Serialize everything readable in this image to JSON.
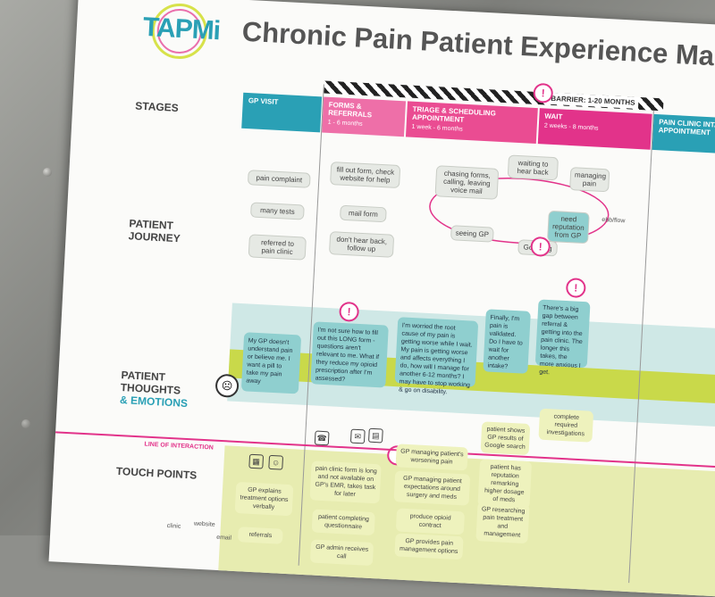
{
  "poster": {
    "logo": "TAPMi",
    "title": "Chronic Pain Patient Experience Map",
    "barrier_label": "BARRIER: 1-20 MONTHS",
    "alert_symbol": "!"
  },
  "rows": {
    "stages": "STAGES",
    "journey_line1": "PATIENT",
    "journey_line2": "JOURNEY",
    "thoughts_line1": "PATIENT",
    "thoughts_line2": "THOUGHTS",
    "thoughts_line3": "& EMOTIONS",
    "touch_points": "TOUCH POINTS",
    "line_of_interaction": "LINE OF INTERACTION"
  },
  "stages": [
    {
      "label": "GP VISIT",
      "sub": "",
      "color": "#2aa0b5"
    },
    {
      "label": "FORMS & REFERRALS",
      "sub": "1 - 6 months",
      "color": "#ee6fa8"
    },
    {
      "label": "TRIAGE & SCHEDULING APPOINTMENT",
      "sub": "1 week - 6 months",
      "color": "#ea4c92"
    },
    {
      "label": "WAIT",
      "sub": "2 weeks - 8 months",
      "color": "#e2338a"
    },
    {
      "label": "PAIN CLINIC INTAKE APPOINTMENT",
      "sub": "",
      "color": "#2aa0b5"
    }
  ],
  "journey": {
    "gp": [
      "pain complaint",
      "many tests",
      "referred to pain clinic"
    ],
    "forms": [
      "fill out form, check website for help",
      "mail form",
      "don't hear back, follow up"
    ],
    "loop": [
      "chasing forms, calling, leaving voice mail",
      "waiting to hear back",
      "managing pain",
      "seeing GP",
      "Googling",
      "need reputation from GP",
      "ebb/flow"
    ]
  },
  "thoughts": [
    "My GP doesn't understand pain or believe me. I want a pill to take my pain away",
    "I'm not sure how to fill out this LONG form - questions aren't relevant to me. What if they reduce my opioid prescription after I'm assessed?",
    "I'm worried the root cause of my pain is getting worse while I wait. My pain is getting worse and affects everything I do, how will I manage for another 6-12 months? I may have to stop working & go on disability.",
    "Finally, I'm pain is validated. Do I have to wait for another intake?",
    "There's a big gap between referral & getting into the pain clinic. The longer this takes, the more anxious I get."
  ],
  "touchpoints": {
    "icons_left": [
      "clinic",
      "website",
      "email"
    ],
    "gp": [
      "GP explains treatment options verbally",
      "referrals"
    ],
    "forms": [
      "pain clinic form is long and not available on GP's EMR, takes task for later",
      "patient completing questionnaire",
      "GP admin receives call"
    ],
    "triage": [
      "GP managing patient's worsening pain",
      "GP managing patient expectations around surgery and meds",
      "produce opioid contract",
      "GP provides pain management options"
    ],
    "wait": [
      "patient shows GP results of Google search",
      "patient has reputation remarking higher dosage of meds",
      "GP researching pain treatment and management"
    ],
    "complete": "complete required investigations"
  }
}
